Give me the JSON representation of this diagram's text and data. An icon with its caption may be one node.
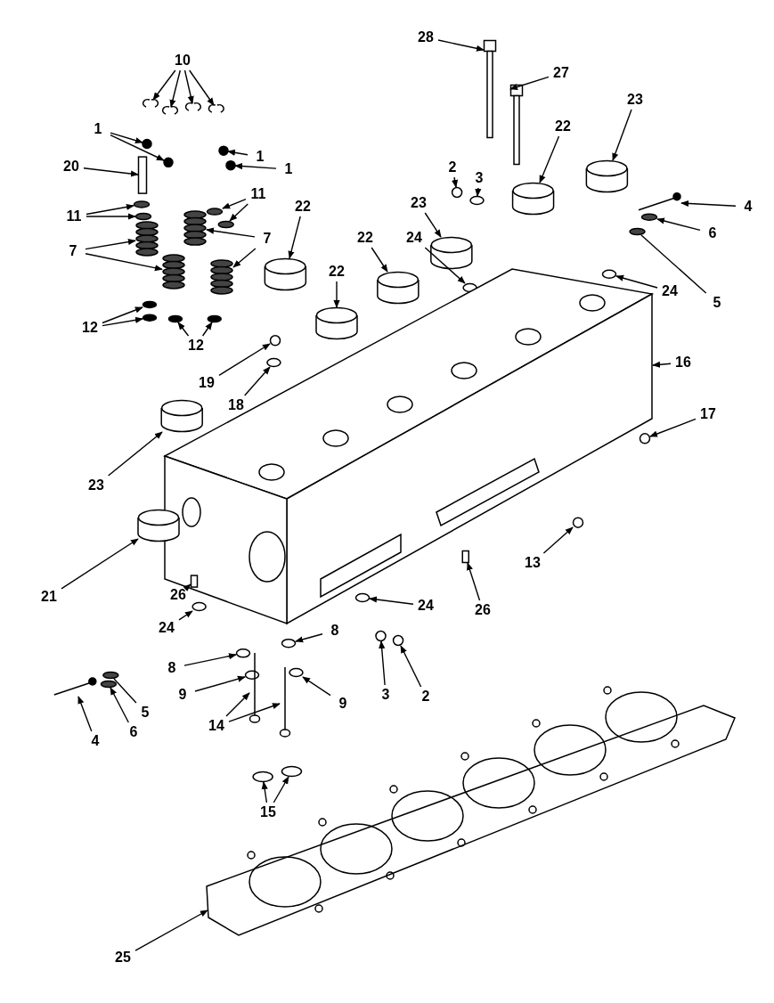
{
  "diagram": {
    "nodes": [
      {
        "text": [
          "10"
        ]
      },
      {
        "text": [
          "28"
        ]
      },
      {
        "text": [
          "27"
        ]
      },
      {
        "text": [
          "23"
        ]
      },
      {
        "text": [
          "1"
        ]
      },
      {
        "text": [
          "1"
        ]
      },
      {
        "text": [
          "1"
        ]
      },
      {
        "text": [
          "22"
        ]
      },
      {
        "text": [
          "20"
        ]
      },
      {
        "text": [
          "2"
        ]
      },
      {
        "text": [
          "3"
        ]
      },
      {
        "text": [
          "11"
        ]
      },
      {
        "text": [
          "23"
        ]
      },
      {
        "text": [
          "22"
        ]
      },
      {
        "text": [
          "11"
        ]
      },
      {
        "text": [
          "7"
        ]
      },
      {
        "text": [
          "7"
        ]
      },
      {
        "text": [
          "4"
        ]
      },
      {
        "text": [
          "6"
        ]
      },
      {
        "text": [
          "22"
        ]
      },
      {
        "text": [
          "24"
        ]
      },
      {
        "text": [
          "22"
        ]
      },
      {
        "text": [
          "5"
        ]
      },
      {
        "text": [
          "24"
        ]
      },
      {
        "text": [
          "12"
        ]
      },
      {
        "text": [
          "12"
        ]
      },
      {
        "text": [
          "19"
        ]
      },
      {
        "text": [
          "18"
        ]
      },
      {
        "text": [
          "16"
        ]
      },
      {
        "text": [
          "17"
        ]
      },
      {
        "text": [
          "23"
        ]
      },
      {
        "text": [
          "13"
        ]
      },
      {
        "text": [
          "26"
        ]
      },
      {
        "text": [
          "21"
        ]
      },
      {
        "text": [
          "24"
        ]
      },
      {
        "text": [
          "26"
        ]
      },
      {
        "text": [
          "24"
        ]
      },
      {
        "text": [
          "8"
        ]
      },
      {
        "text": [
          "8"
        ]
      },
      {
        "text": [
          "9"
        ]
      },
      {
        "text": [
          "3"
        ]
      },
      {
        "text": [
          "9"
        ]
      },
      {
        "text": [
          "2"
        ]
      },
      {
        "text": [
          "5"
        ]
      },
      {
        "text": [
          "6"
        ]
      },
      {
        "text": [
          "4"
        ]
      },
      {
        "text": [
          "14"
        ]
      },
      {
        "text": [
          "15"
        ]
      },
      {
        "text": [
          "25"
        ]
      },
      {
        "text": [],
        "shape": "picture"
      },
      {
        "text": [],
        "shape": "picture"
      },
      {
        "text": [],
        "shape": "picture"
      },
      {
        "text": [],
        "shape": "picture"
      },
      {
        "text": [],
        "shape": "picture"
      },
      {
        "text": [],
        "shape": "picture"
      },
      {
        "text": [],
        "shape": "cylinder"
      },
      {
        "text": [],
        "shape": "circle"
      },
      {
        "text": [],
        "shape": "circle"
      },
      {
        "text": [],
        "shape": "circle"
      },
      {
        "text": [],
        "shape": "circle"
      },
      {
        "text": [],
        "shape": "cylinder"
      },
      {
        "text": [],
        "shape": "box"
      },
      {
        "text": [],
        "shape": "circle"
      },
      {
        "text": [],
        "shape": "circle"
      },
      {
        "text": [],
        "shape": "circle"
      },
      {
        "text": [],
        "shape": "circle"
      },
      {
        "text": [],
        "shape": "cylinder"
      },
      {
        "text": [],
        "shape": "cylinder"
      },
      {
        "text": [],
        "shape": "circle"
      },
      {
        "text": [],
        "shape": "circle"
      },
      {
        "text": [],
        "shape": "picture"
      },
      {
        "text": [],
        "shape": "picture"
      },
      {
        "text": [],
        "shape": "picture"
      },
      {
        "text": [],
        "shape": "picture"
      },
      {
        "text": [],
        "shape": "picture"
      },
      {
        "text": [],
        "shape": "circle"
      },
      {
        "text": [],
        "shape": "cylinder"
      },
      {
        "text": [],
        "shape": "circle"
      },
      {
        "text": [],
        "shape": "cylinder"
      },
      {
        "text": [],
        "shape": "circle"
      },
      {
        "text": [],
        "shape": "circle"
      },
      {
        "text": [],
        "shape": "circle"
      },
      {
        "text": [],
        "shape": "circle"
      },
      {
        "text": [],
        "shape": "circle"
      },
      {
        "text": [],
        "shape": "circle"
      },
      {
        "text": [],
        "shape": "circle"
      },
      {
        "text": [],
        "shape": "circle"
      },
      {
        "text": [],
        "shape": "picture"
      },
      {
        "text": [],
        "shape": "circle"
      },
      {
        "text": [],
        "shape": "cylinder"
      },
      {
        "text": [],
        "shape": "circle"
      },
      {
        "text": [],
        "shape": "box"
      },
      {
        "text": [],
        "shape": "cylinder"
      },
      {
        "text": [],
        "shape": "circle"
      },
      {
        "text": [],
        "shape": "box"
      },
      {
        "text": [],
        "shape": "circle"
      },
      {
        "text": [],
        "shape": "circle"
      },
      {
        "text": [],
        "shape": "circle"
      },
      {
        "text": [],
        "shape": "circle"
      },
      {
        "text": [],
        "shape": "circle"
      },
      {
        "text": [],
        "shape": "circle"
      },
      {
        "text": [],
        "shape": "circle"
      },
      {
        "text": [],
        "shape": "circle"
      },
      {
        "text": [],
        "shape": "circle"
      },
      {
        "text": [],
        "shape": "picture"
      },
      {
        "text": [],
        "shape": "picture"
      },
      {
        "text": [],
        "shape": "picture"
      },
      {
        "text": [],
        "shape": "circle"
      },
      {
        "text": [],
        "shape": "circle"
      },
      {
        "text": [],
        "shape": "picture"
      }
    ],
    "edges": [
      {
        "from": 0,
        "to": 49,
        "arrow": "to"
      },
      {
        "from": 0,
        "to": 50,
        "arrow": "to"
      },
      {
        "from": 0,
        "to": 51,
        "arrow": "to"
      },
      {
        "from": 0,
        "to": 52,
        "arrow": "to"
      },
      {
        "from": 1,
        "to": 53,
        "arrow": "to"
      },
      {
        "from": 2,
        "to": 54,
        "arrow": "to"
      },
      {
        "from": 3,
        "to": 55,
        "arrow": "to"
      },
      {
        "from": 4,
        "to": 56,
        "arrow": "to"
      },
      {
        "from": 4,
        "to": 57,
        "arrow": "to"
      },
      {
        "from": 5,
        "to": 58,
        "arrow": "to"
      },
      {
        "from": 6,
        "to": 59,
        "arrow": "to"
      },
      {
        "from": 7,
        "to": 60,
        "arrow": "to"
      },
      {
        "from": 8,
        "to": 61,
        "arrow": "to"
      },
      {
        "from": 9,
        "to": 62,
        "arrow": "to"
      },
      {
        "from": 10,
        "to": 63,
        "arrow": "to"
      },
      {
        "from": 11,
        "to": 64,
        "arrow": "to"
      },
      {
        "from": 11,
        "to": 65,
        "arrow": "to"
      },
      {
        "from": 12,
        "to": 66,
        "arrow": "to"
      },
      {
        "from": 13,
        "to": 67,
        "arrow": "to"
      },
      {
        "from": 14,
        "to": 68,
        "arrow": "to"
      },
      {
        "from": 14,
        "to": 69,
        "arrow": "to"
      },
      {
        "from": 15,
        "to": 70,
        "arrow": "to"
      },
      {
        "from": 15,
        "to": 71,
        "arrow": "to"
      },
      {
        "from": 16,
        "to": 72,
        "arrow": "to"
      },
      {
        "from": 16,
        "to": 73,
        "arrow": "to"
      },
      {
        "from": 17,
        "to": 74,
        "arrow": "to"
      },
      {
        "from": 18,
        "to": 75,
        "arrow": "to"
      },
      {
        "from": 19,
        "to": 76,
        "arrow": "to"
      },
      {
        "from": 20,
        "to": 77,
        "arrow": "to"
      },
      {
        "from": 21,
        "to": 78,
        "arrow": "to"
      },
      {
        "from": 22,
        "to": 79,
        "arrow": "none"
      },
      {
        "from": 23,
        "to": 80,
        "arrow": "to"
      },
      {
        "from": 24,
        "to": 81,
        "arrow": "to"
      },
      {
        "from": 24,
        "to": 82,
        "arrow": "to"
      },
      {
        "from": 25,
        "to": 83,
        "arrow": "to"
      },
      {
        "from": 25,
        "to": 84,
        "arrow": "to"
      },
      {
        "from": 26,
        "to": 85,
        "arrow": "to"
      },
      {
        "from": 27,
        "to": 86,
        "arrow": "to"
      },
      {
        "from": 28,
        "to": 87,
        "arrow": "to"
      },
      {
        "from": 29,
        "to": 88,
        "arrow": "to"
      },
      {
        "from": 30,
        "to": 89,
        "arrow": "to"
      },
      {
        "from": 31,
        "to": 90,
        "arrow": "to"
      },
      {
        "from": 32,
        "to": 91,
        "arrow": "to"
      },
      {
        "from": 33,
        "to": 92,
        "arrow": "to"
      },
      {
        "from": 34,
        "to": 93,
        "arrow": "to"
      },
      {
        "from": 35,
        "to": 94,
        "arrow": "to"
      },
      {
        "from": 36,
        "to": 95,
        "arrow": "to"
      },
      {
        "from": 37,
        "to": 96,
        "arrow": "to"
      },
      {
        "from": 38,
        "to": 97,
        "arrow": "to"
      },
      {
        "from": 39,
        "to": 98,
        "arrow": "to"
      },
      {
        "from": 40,
        "to": 99,
        "arrow": "to"
      },
      {
        "from": 41,
        "to": 100,
        "arrow": "to"
      },
      {
        "from": 42,
        "to": 101,
        "arrow": "to"
      },
      {
        "from": 43,
        "to": 102,
        "arrow": "none"
      },
      {
        "from": 44,
        "to": 103,
        "arrow": "to"
      },
      {
        "from": 45,
        "to": 104,
        "arrow": "to"
      },
      {
        "from": 46,
        "to": 105,
        "arrow": "to"
      },
      {
        "from": 46,
        "to": 106,
        "arrow": "to"
      },
      {
        "from": 47,
        "to": 107,
        "arrow": "to"
      },
      {
        "from": 47,
        "to": 108,
        "arrow": "to"
      },
      {
        "from": 48,
        "to": 109,
        "arrow": "to"
      }
    ]
  }
}
